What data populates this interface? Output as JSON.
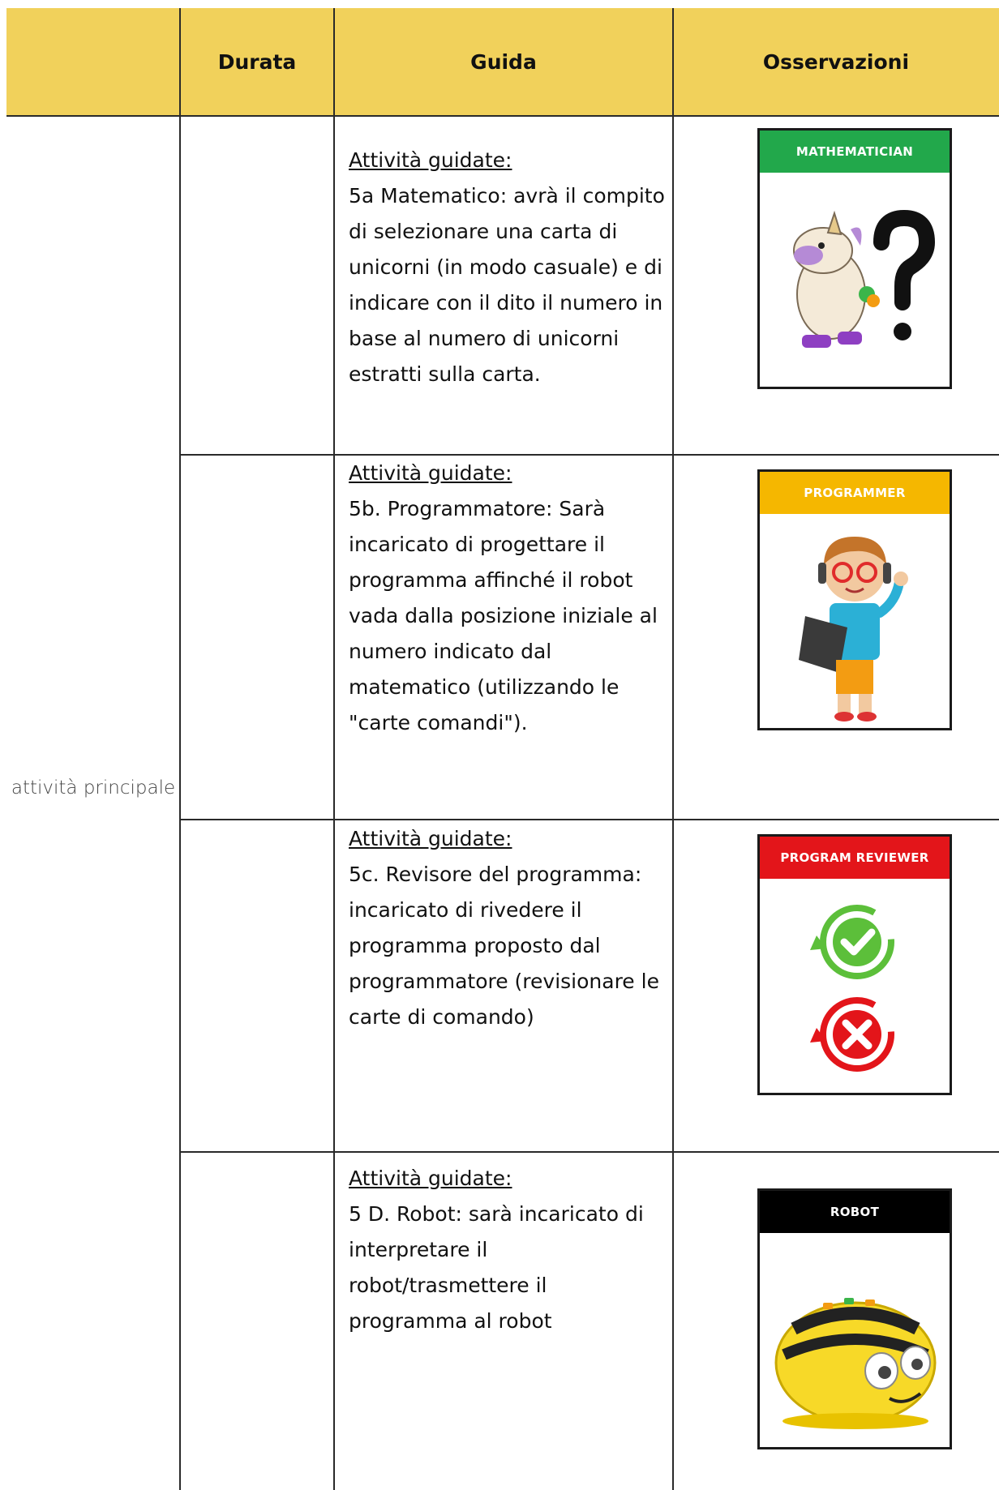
{
  "header": {
    "col_durata": "Durata",
    "col_guida": "Guida",
    "col_osservazioni": "Osservazioni"
  },
  "row_label": "attività principale",
  "rows": [
    {
      "guide_label": "Attività guidate:",
      "guide_text": "5a Matematico: avrà il compito di selezionare una carta di unicorni (in modo casuale) e di indicare con il dito il numero in base al numero di unicorni estratti sulla carta.",
      "card_title": "MATHEMATICIAN",
      "card_color": "#22a84b"
    },
    {
      "guide_label": "Attività guidate:",
      "guide_text": "5b. Programmatore: Sarà incaricato di progettare il programma affinché il robot vada dalla posizione iniziale al numero indicato dal matematico (utilizzando le \"carte comandi\").",
      "card_title": "PROGRAMMER",
      "card_color": "#f5b700"
    },
    {
      "guide_label": "Attività guidate:",
      "guide_text": "5c. Revisore del programma: incaricato di rivedere il programma proposto dal programmatore (revisionare le carte di comando)",
      "card_title": "PROGRAM REVIEWER",
      "card_color": "#e3151a"
    },
    {
      "guide_label": "Attività guidate:",
      "guide_text": "5 D. Robot: sarà incaricato di interpretare il robot/trasmettere il programma al robot",
      "card_title": "ROBOT",
      "card_color": "#000000"
    }
  ]
}
